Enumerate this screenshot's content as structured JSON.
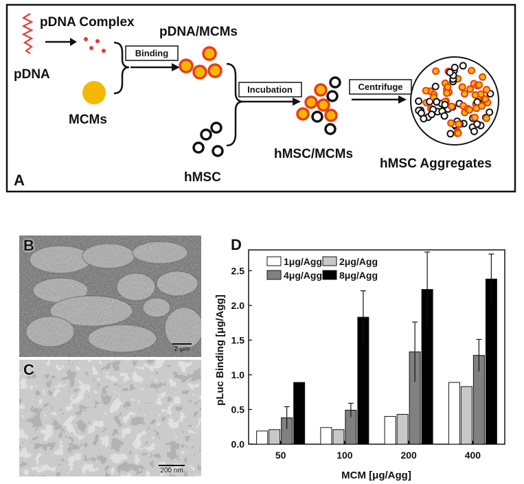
{
  "schematic": {
    "panel_label": "A",
    "pdna_complex": "pDNA Complex",
    "pdna": "pDNA",
    "mcms": "MCMs",
    "pdna_mcms": "pDNA/MCMs",
    "binding": "Binding",
    "incubation": "Incubation",
    "centrifuge": "Centrifuge",
    "hmsc": "hMSC",
    "hmsc_mcms": "hMSC/MCMs",
    "hmsc_aggregates": "hMSC Aggregates",
    "colors": {
      "mcm_fill": "#f5b800",
      "mcm_ring": "#ee3a16",
      "pdna": "#e53935"
    }
  },
  "sem_b": {
    "panel_label": "B",
    "scale": "2 μm"
  },
  "sem_c": {
    "panel_label": "C",
    "scale": "200 nm"
  },
  "chart_data": {
    "type": "bar",
    "panel_label": "D",
    "categories": [
      "50",
      "100",
      "200",
      "400"
    ],
    "series": [
      {
        "name": "1μg/Agg",
        "color": "#ffffff",
        "values": [
          0.19,
          0.24,
          0.4,
          0.89
        ],
        "errors": [
          0.01,
          0.01,
          0.01,
          0.01
        ]
      },
      {
        "name": "2μg/Agg",
        "color": "#c8c8c8",
        "values": [
          0.21,
          0.21,
          0.43,
          0.83
        ],
        "errors": [
          0.01,
          0.01,
          0.01,
          0.01
        ]
      },
      {
        "name": "4μg/Agg",
        "color": "#808080",
        "values": [
          0.38,
          0.49,
          1.33,
          1.28
        ],
        "errors": [
          0.16,
          0.1,
          0.43,
          0.23
        ]
      },
      {
        "name": "8μg/Agg",
        "color": "#000000",
        "values": [
          0.89,
          1.83,
          2.23,
          2.38
        ],
        "errors": [
          0.01,
          0.38,
          0.54,
          0.36
        ]
      }
    ],
    "xlabel": "MCM [μg/Agg]",
    "ylabel": "pLuc Binding [μg/Agg]",
    "ylim": [
      0,
      2.8
    ],
    "yticks": [
      "0.0",
      "0.5",
      "1.0",
      "1.5",
      "2.0",
      "2.5"
    ],
    "grid": false,
    "legend_position": "top-left"
  }
}
